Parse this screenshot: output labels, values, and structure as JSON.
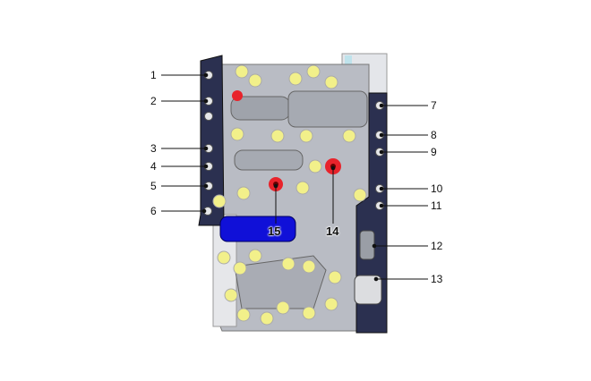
{
  "diagram": {
    "callouts": [
      "1",
      "2",
      "3",
      "4",
      "5",
      "6",
      "7",
      "8",
      "9",
      "10",
      "11",
      "12",
      "13",
      "14",
      "15"
    ],
    "colors": {
      "plate": "#2b3050",
      "body": "#b9bcc4",
      "plug": "#f2f08a",
      "seal": "#e8232b",
      "solenoid": "#1010d8"
    }
  }
}
